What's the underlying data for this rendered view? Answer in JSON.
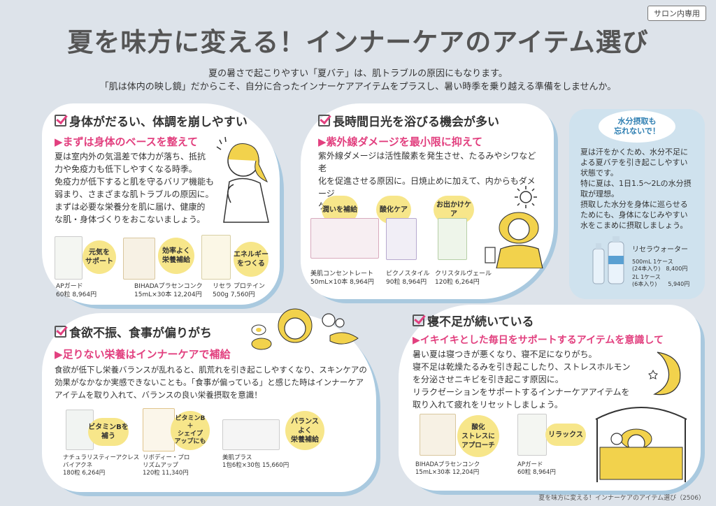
{
  "tag": "サロン内専用",
  "title": "夏を味方に変える！インナーケアのアイテム選び",
  "lead": [
    "夏の暑さで起こりやすい「夏バテ」は、肌トラブルの原因にもなります。",
    "「肌は体内の映し鏡」だからこそ、自分に合ったインナーケアアイテムをプラスし、暑い時季を乗り越える準備をしませんか。"
  ],
  "s1": {
    "title": "身体がだるい、体調を崩しやすい",
    "sub": "▶まずは身体のベースを整えて",
    "body": [
      "夏は室内外の気温差で体力が落ち、抵抗",
      "力や免疫力も低下しやすくなる時季。",
      "免疫力が低下すると肌を守るバリア機能も",
      "弱まり、さまざまな肌トラブルの原因に。",
      "まずは必要な栄養分を肌に届け、健康的",
      "な肌・身体づくりをおこないましょう。"
    ],
    "b1": "元気を\nサポート",
    "b2": "効率よく\n栄養補給",
    "b3": "エネルギー\nをつくる",
    "p1": "APガード\n60粒 8,964円",
    "p2": "BIHADAプラセンコンク\n15mL×30本 12,204円",
    "p3": "リセラ プロテイン\n500g 7,560円"
  },
  "s2": {
    "title": "長時間日光を浴びる機会が多い",
    "sub": "▶紫外線ダメージを最小限に抑えて",
    "body": [
      "紫外線ダメージは活性酸素を発生させ、たるみやシワなど老",
      "化を促進させる原因に。日焼止めに加えて、内からもダメージ",
      "ケアを。"
    ],
    "b1": "潤いを補給",
    "b2": "酸化ケア",
    "b3": "お出かけケア",
    "p1": "美肌コンセントレート\n50mL×10本 8,964円",
    "p2": "ピクノスタイル\n90粒 8,964円",
    "p3": "クリスタルヴェール\n120粒 6,264円"
  },
  "water": {
    "head1": "水分摂取も",
    "head2": "忘れないで！",
    "body": [
      "夏は汗をかくため、水分不足に",
      "よる夏バテを引き起こしやすい",
      "状態です。",
      "特に夏は、1日1.5〜2Lの水分摂",
      "取が理想。",
      "摂取した水分を身体に巡らせる",
      "ためにも、身体になじみやすい",
      "水をこまめに摂取しましょう。"
    ],
    "pname": "リセラウォーター",
    "p1": "500mL 1ケース\n(24本入り)　8,400円",
    "p2": "2L 1ケース\n(6本入り)　　5,940円"
  },
  "s3": {
    "title": "食欲不振、食事が偏りがち",
    "sub": "▶足りない栄養はインナーケアで補給",
    "body": [
      "食欲が低下し栄養バランスが乱れると、肌荒れを引き起こしやすくなり、スキンケアの",
      "効果がなかなか実感できないことも。「食事が偏っている」と感じた時はインナーケア",
      "アイテムを取り入れて、バランスの良い栄養摂取を意識！"
    ],
    "b1": "ビタミンBを\n補う",
    "b2": "ビタミンB\n＋\nシェイプ\nアップにも",
    "b3": "バランス\nよく\n栄養補給",
    "p1": "ナチュラリスティーアクレス\nバイアクネ\n180粒 6,264円",
    "p2": "リボディー・プロ\nリズムアップ\n120粒 11,340円",
    "p3": "美肌プラス\n1包6粒×30包 15,660円"
  },
  "s4": {
    "title": "寝不足が続いている",
    "sub": "▶イキイキとした毎日をサポートするアイテムを意識して",
    "body": [
      "暑い夏は寝つきが悪くなり、寝不足になりがち。",
      "寝不足は乾燥たるみを引き起こしたり、ストレスホルモン",
      "を分泌させニキビを引き起こす原因に。",
      "リラクゼーションをサポートするインナーケアアイテムを",
      "取り入れて疲れをリセットしましょう。"
    ],
    "b1": "酸化\nストレスに\nアプローチ",
    "b2": "リラックス",
    "p1": "BIHADAプラセンコンク\n15mL×30本 12,204円",
    "p2": "APガード\n60粒 8,964円"
  },
  "footer": "夏を味方に変える！インナーケアのアイテム選び（2506）"
}
